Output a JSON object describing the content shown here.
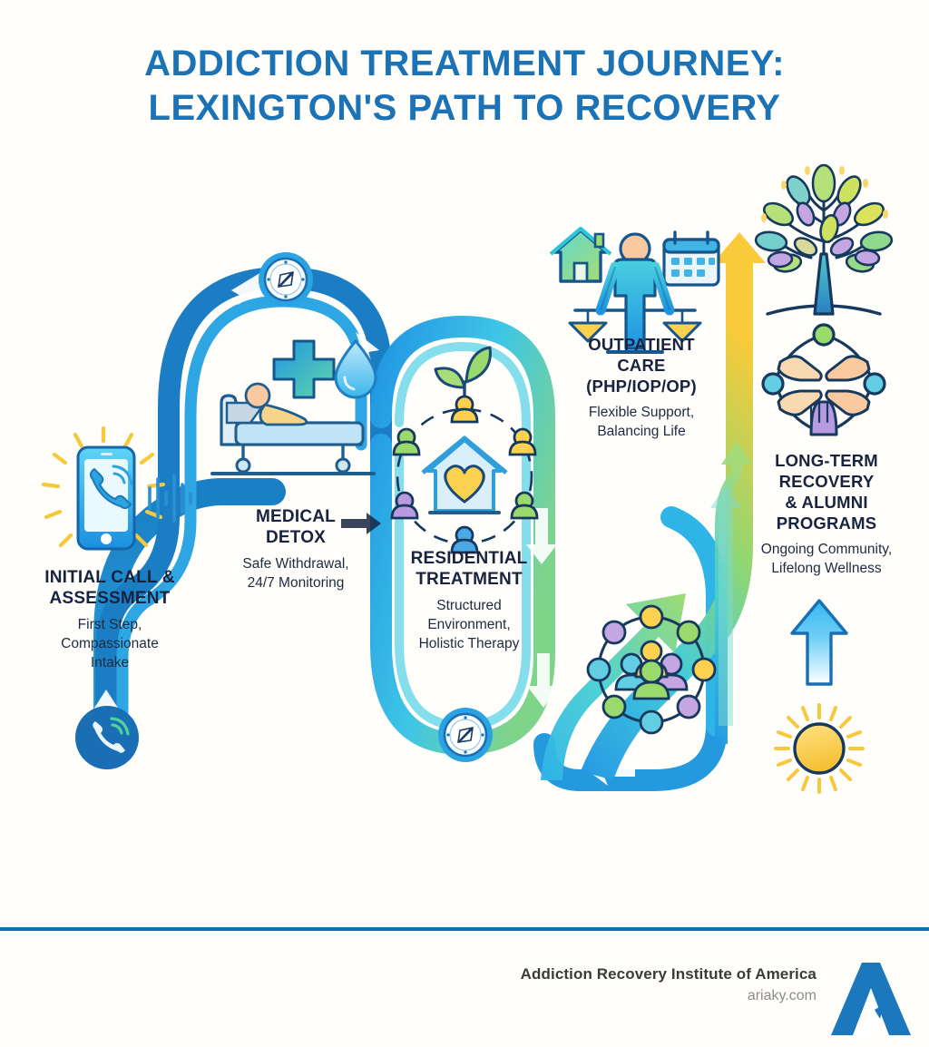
{
  "title": {
    "line1": "ADDICTION TREATMENT JOURNEY:",
    "line2": "LEXINGTON'S PATH TO RECOVERY",
    "color": "#1b72b5"
  },
  "steps": [
    {
      "id": "initial-call",
      "title": "INITIAL CALL & ASSESSMENT",
      "title_lines": [
        "INITIAL CALL &",
        "ASSESSMENT"
      ],
      "subtitle": "First Step, Compassionate Intake",
      "subtitle_lines": [
        "First Step,",
        "Compassionate",
        "Intake"
      ],
      "icon": "smartphone-call-icon"
    },
    {
      "id": "medical-detox",
      "title": "MEDICAL DETOX",
      "title_lines": [
        "MEDICAL",
        "DETOX"
      ],
      "subtitle": "Safe Withdrawal, 24/7 Monitoring",
      "subtitle_lines": [
        "Safe Withdrawal,",
        "24/7 Monitoring"
      ],
      "icon": "hospital-bed-icon"
    },
    {
      "id": "residential-treatment",
      "title": "RESIDENTIAL TREATMENT",
      "title_lines": [
        "RESIDENTIAL",
        "TREATMENT"
      ],
      "subtitle": "Structured Environment, Holistic Therapy",
      "subtitle_lines": [
        "Structured",
        "Environment,",
        "Holistic Therapy"
      ],
      "icon": "house-heart-community-icon"
    },
    {
      "id": "outpatient-care",
      "title": "OUTPATIENT CARE (PHP/IOP/OP)",
      "title_lines": [
        "OUTPATIENT",
        "CARE",
        "(PHP/IOP/OP)"
      ],
      "subtitle": "Flexible Support, Balancing Life",
      "subtitle_lines": [
        "Flexible Support,",
        "Balancing Life"
      ],
      "icon": "work-life-balance-icon"
    },
    {
      "id": "long-term-recovery",
      "title": "LONG-TERM RECOVERY & ALUMNI PROGRAMS",
      "title_lines": [
        "LONG-TERM",
        "RECOVERY",
        "& ALUMNI",
        "PROGRAMS"
      ],
      "subtitle": "Ongoing Community, Lifelong Wellness",
      "subtitle_lines": [
        "Ongoing Community,",
        "Lifelong Wellness"
      ],
      "icon": "growth-tree-icon"
    }
  ],
  "decorative_icons": [
    "compass-icon-top",
    "compass-icon-bottom",
    "phone-handset-node-icon",
    "community-network-icon",
    "helping-hands-icon",
    "up-arrow-icon",
    "sun-icon"
  ],
  "palette": {
    "title_blue": "#1b72b5",
    "ribbon_blue_dark": "#1476bd",
    "ribbon_blue": "#2196e3",
    "ribbon_cyan": "#35c3ee",
    "ribbon_teal": "#3fd0c9",
    "ribbon_green": "#8fd66f",
    "ribbon_yellow": "#f9c935",
    "text_dark": "#17233f",
    "footer_rule": "#0c72b8",
    "footer_org": "#3b3b3b",
    "footer_url": "#8c8c8c",
    "background": "#fffefb"
  },
  "footer": {
    "organization": "Addiction Recovery Institute of America",
    "url": "ariaky.com",
    "logo_letter": "A"
  }
}
